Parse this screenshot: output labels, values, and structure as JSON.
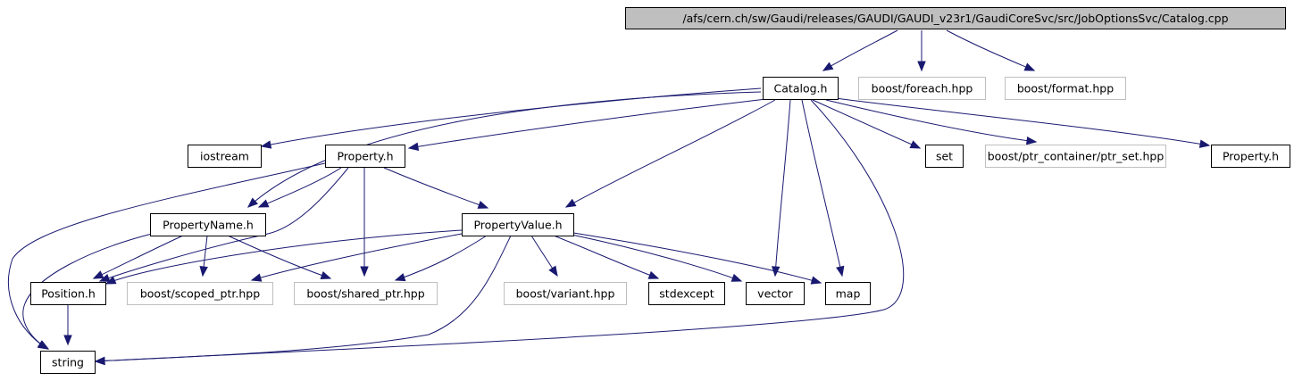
{
  "colors": {
    "root_fill": "#bfbfbf",
    "node_fill": "#ffffff",
    "documented_border": "#000000",
    "external_border": "#bfbfbf",
    "edge": "#191970"
  },
  "nodes": [
    {
      "id": "root",
      "label": "/afs/cern.ch/sw/Gaudi/releases/GAUDI/GAUDI_v23r1/GaudiCoreSvc/src/JobOptionsSvc/Catalog.cpp",
      "kind": "root"
    },
    {
      "id": "catalog_h",
      "label": "Catalog.h",
      "kind": "documented"
    },
    {
      "id": "foreach",
      "label": "boost/foreach.hpp",
      "kind": "external"
    },
    {
      "id": "format",
      "label": "boost/format.hpp",
      "kind": "external"
    },
    {
      "id": "iostream",
      "label": "iostream",
      "kind": "documented"
    },
    {
      "id": "property_h",
      "label": "Property.h",
      "kind": "documented"
    },
    {
      "id": "set",
      "label": "set",
      "kind": "documented"
    },
    {
      "id": "ptr_set",
      "label": "boost/ptr_container/ptr_set.hpp",
      "kind": "external"
    },
    {
      "id": "property_h2",
      "label": "Property.h",
      "kind": "documented"
    },
    {
      "id": "propertyname_h",
      "label": "PropertyName.h",
      "kind": "documented"
    },
    {
      "id": "propertyvalue_h",
      "label": "PropertyValue.h",
      "kind": "documented"
    },
    {
      "id": "position_h",
      "label": "Position.h",
      "kind": "documented"
    },
    {
      "id": "scoped_ptr",
      "label": "boost/scoped_ptr.hpp",
      "kind": "external"
    },
    {
      "id": "shared_ptr",
      "label": "boost/shared_ptr.hpp",
      "kind": "external"
    },
    {
      "id": "variant",
      "label": "boost/variant.hpp",
      "kind": "external"
    },
    {
      "id": "stdexcept",
      "label": "stdexcept",
      "kind": "documented"
    },
    {
      "id": "vector",
      "label": "vector",
      "kind": "documented"
    },
    {
      "id": "map",
      "label": "map",
      "kind": "documented"
    },
    {
      "id": "string",
      "label": "string",
      "kind": "documented"
    }
  ],
  "edges": [
    {
      "from": "root",
      "to": "catalog_h"
    },
    {
      "from": "root",
      "to": "foreach"
    },
    {
      "from": "root",
      "to": "format"
    },
    {
      "from": "catalog_h",
      "to": "iostream"
    },
    {
      "from": "catalog_h",
      "to": "property_h"
    },
    {
      "from": "catalog_h",
      "to": "propertyname_h"
    },
    {
      "from": "catalog_h",
      "to": "propertyvalue_h"
    },
    {
      "from": "catalog_h",
      "to": "vector"
    },
    {
      "from": "catalog_h",
      "to": "map"
    },
    {
      "from": "catalog_h",
      "to": "string"
    },
    {
      "from": "catalog_h",
      "to": "set"
    },
    {
      "from": "catalog_h",
      "to": "ptr_set"
    },
    {
      "from": "catalog_h",
      "to": "property_h2"
    },
    {
      "from": "property_h",
      "to": "propertyname_h"
    },
    {
      "from": "property_h",
      "to": "propertyvalue_h"
    },
    {
      "from": "property_h",
      "to": "position_h"
    },
    {
      "from": "property_h",
      "to": "shared_ptr"
    },
    {
      "from": "property_h",
      "to": "string"
    },
    {
      "from": "propertyname_h",
      "to": "position_h"
    },
    {
      "from": "propertyname_h",
      "to": "scoped_ptr"
    },
    {
      "from": "propertyname_h",
      "to": "shared_ptr"
    },
    {
      "from": "propertyname_h",
      "to": "string"
    },
    {
      "from": "propertyvalue_h",
      "to": "position_h"
    },
    {
      "from": "propertyvalue_h",
      "to": "scoped_ptr"
    },
    {
      "from": "propertyvalue_h",
      "to": "shared_ptr"
    },
    {
      "from": "propertyvalue_h",
      "to": "variant"
    },
    {
      "from": "propertyvalue_h",
      "to": "stdexcept"
    },
    {
      "from": "propertyvalue_h",
      "to": "vector"
    },
    {
      "from": "propertyvalue_h",
      "to": "map"
    },
    {
      "from": "propertyvalue_h",
      "to": "string"
    },
    {
      "from": "position_h",
      "to": "string"
    }
  ]
}
